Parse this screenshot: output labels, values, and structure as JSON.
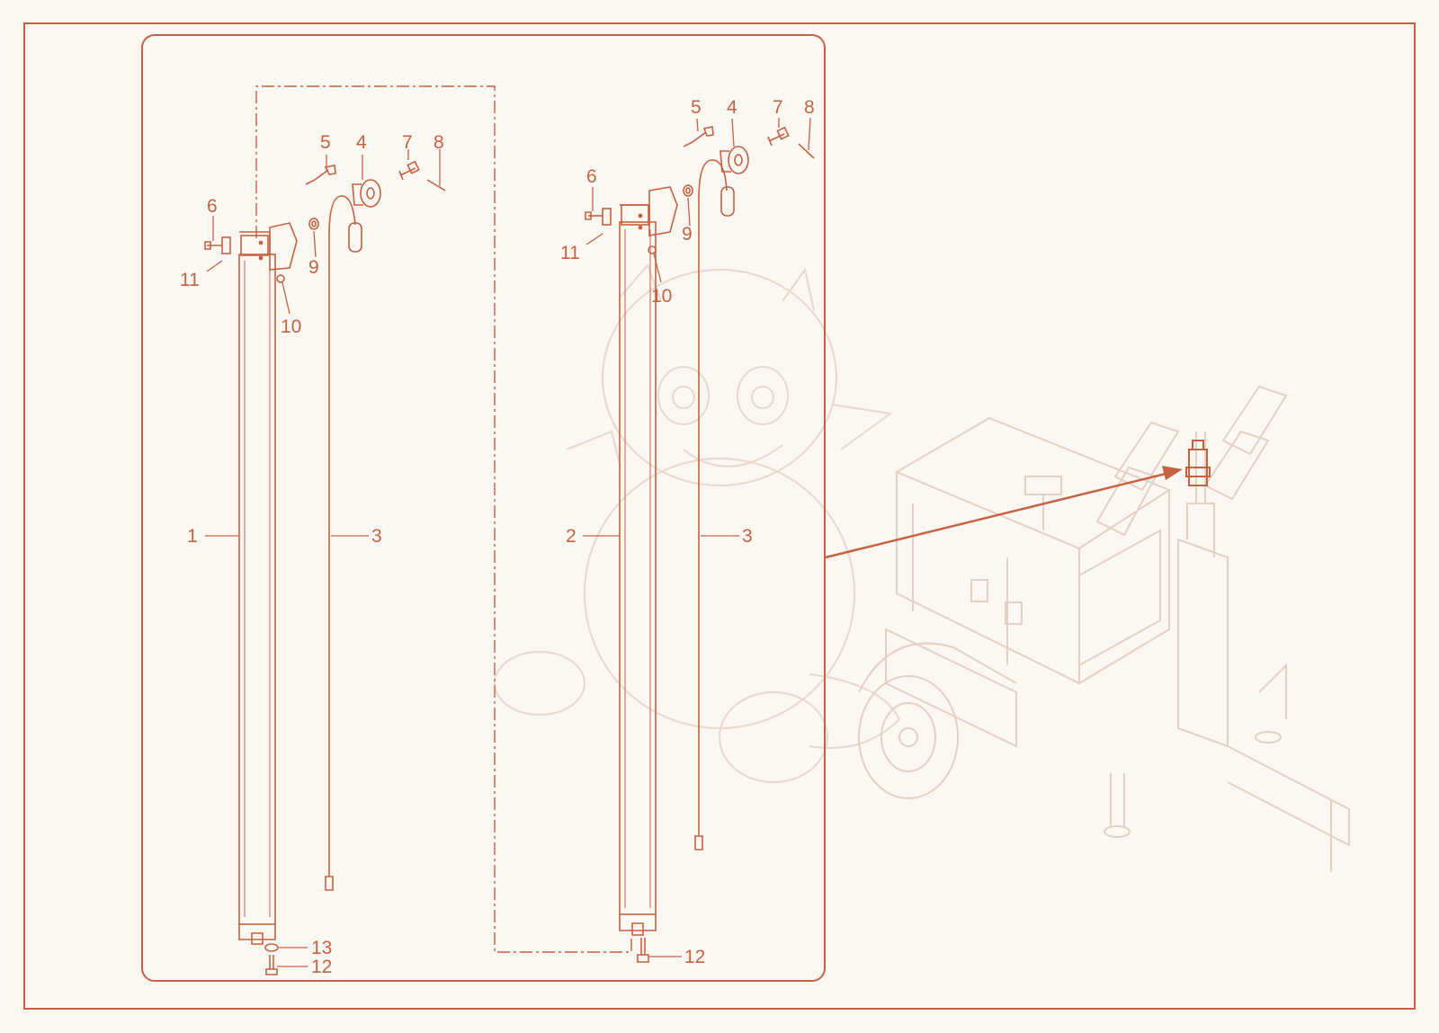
{
  "colors": {
    "accent": "#c8613f",
    "faded": "#e8d2c6",
    "background": "#fbf8f4"
  },
  "callouts": {
    "left": {
      "p1": "1",
      "p3": "3",
      "p4": "4",
      "p5": "5",
      "p6": "6",
      "p7": "7",
      "p8": "8",
      "p9": "9",
      "p10": "10",
      "p11": "11",
      "p12": "12",
      "p13": "13"
    },
    "right": {
      "p2": "2",
      "p3": "3",
      "p4": "4",
      "p5": "5",
      "p6": "6",
      "p7": "7",
      "p8": "8",
      "p9": "9",
      "p10": "10",
      "p11": "11",
      "p12": "12"
    }
  },
  "icons": {
    "machine": "light-tower-trailer-icon",
    "watermark": "dragon-watermark-icon"
  }
}
